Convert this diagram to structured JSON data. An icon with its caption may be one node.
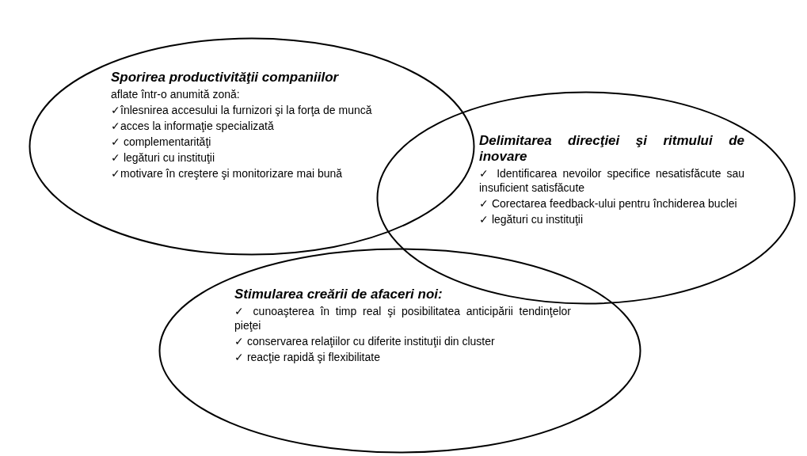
{
  "diagram": {
    "nodes": [
      {
        "text": [
          "Sporirea productivităţii companiilor",
          "aflate într-o anumită zonă:",
          "✓înlesnirea accesului la furnizori şi la forţa de muncă",
          "✓acces la informaţie specializată",
          "✓ complementarităţi",
          "✓ legături cu instituţii",
          "✓motivare în creştere şi monitorizare mai bună"
        ]
      },
      {
        "text": [
          "Delimitarea direcţiei şi ritmului de inovare",
          "✓ Identificarea nevoilor specifice nesatisfăcute sau insuficient satisfăcute",
          "✓ Corectarea feedback-ului pentru închiderea buclei",
          "✓ legături cu instituţii"
        ]
      },
      {
        "text": [
          "Stimularea creării de afaceri noi:",
          "✓ cunoaşterea în timp real şi posibilitatea anticipării tendinţelor pieţei",
          "✓ conservarea relaţiilor cu diferite instituţii din cluster",
          "✓ reacţie rapidă şi flexibilitate"
        ]
      }
    ]
  }
}
